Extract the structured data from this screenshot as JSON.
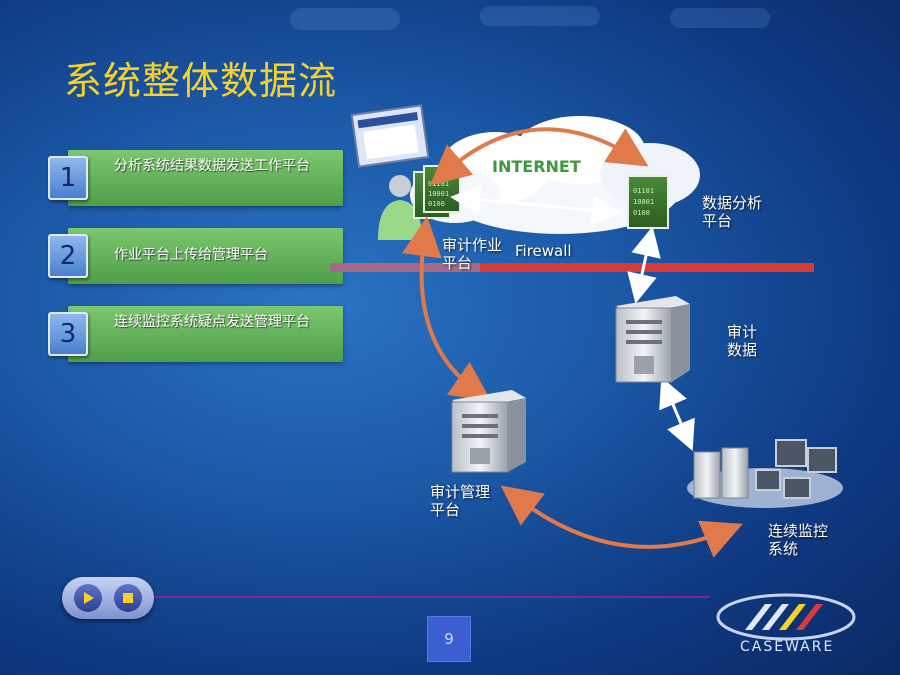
{
  "slide": {
    "title": "系统整体数据流",
    "page_number": "9"
  },
  "steps": [
    {
      "number": "1",
      "text": "分析系统结果数据发送工作平台"
    },
    {
      "number": "2",
      "text": "作业平台上传给管理平台"
    },
    {
      "number": "3",
      "text": "连续监控系统疑点发送管理平台"
    }
  ],
  "diagram": {
    "internet_label": "INTERNET",
    "firewall_label": "Firewall",
    "nodes": {
      "audit_work_platform": "审计作业平台",
      "data_analysis_platform": "数据分析平台",
      "audit_data": "审计数据",
      "audit_management_platform": "审计管理平台",
      "continuous_monitoring_system": "连续监控系统"
    },
    "file_digits": [
      "01101",
      "10001",
      "0100"
    ]
  },
  "footer": {
    "logo_text": "CASEWARE"
  },
  "colors": {
    "title": "#f5d22a",
    "step_box": "#5fae56",
    "arrow_orange": "#e07a4a",
    "firewall_red": "#d83a3a"
  },
  "icons": {
    "play": "play-icon",
    "stop": "stop-icon"
  }
}
